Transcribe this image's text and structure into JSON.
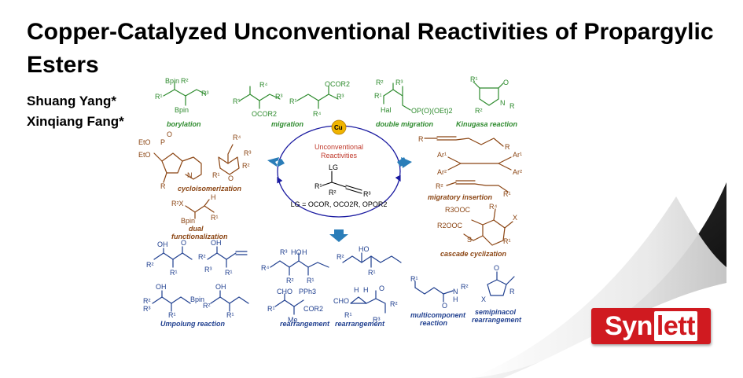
{
  "title": "Copper-Catalyzed Unconventional Reactivities of Propargylic Esters",
  "authors": [
    "Shuang Yang*",
    "Xinqiang Fang*"
  ],
  "scheme": {
    "center": {
      "catalyst": "Cu",
      "label_line1": "Unconventional",
      "label_line2": "Reactivities",
      "leaving_group": "LG",
      "lg_definition": "LG = OCOR, OCO2R, OPOR2"
    },
    "captions": {
      "borylation": "borylation",
      "migration": "migration",
      "double_migration": "double migration",
      "kinugasa": "Kinugasa reaction",
      "cycloisomerization": "cycloisomerization",
      "dual_functionalization_1": "dual",
      "dual_functionalization_2": "functionalization",
      "migratory_insertion": "migratory insertion",
      "cascade_cyclization": "cascade cyclization",
      "umpolung": "Umpolung reaction",
      "rearrangement_1": "rearrangement",
      "rearrangement_2": "rearrangement",
      "multicomponent_1": "multicomponent",
      "multicomponent_2": "reaction",
      "semipinacol_1": "semipinacol",
      "semipinacol_2": "rearrangement"
    },
    "labels": {
      "bpin": "Bpin",
      "ocor2": "OCOR2",
      "hal": "Hal",
      "opo": "OP(O)(OEt)2",
      "r3ooc": "R3OOC",
      "r2ooc": "R2OOC",
      "cho": "CHO",
      "pph3": "PPh3",
      "cor2": "COR2",
      "me": "Me",
      "etO": "EtO"
    },
    "colors": {
      "green": "#2e8b2e",
      "brown": "#8b4513",
      "blue": "#1f3f8f",
      "red": "#c0392b",
      "arrow": "#2a7db8",
      "cycle": "#1a1aa0"
    }
  },
  "logo": {
    "part1": "Syn",
    "part2": "lett"
  }
}
